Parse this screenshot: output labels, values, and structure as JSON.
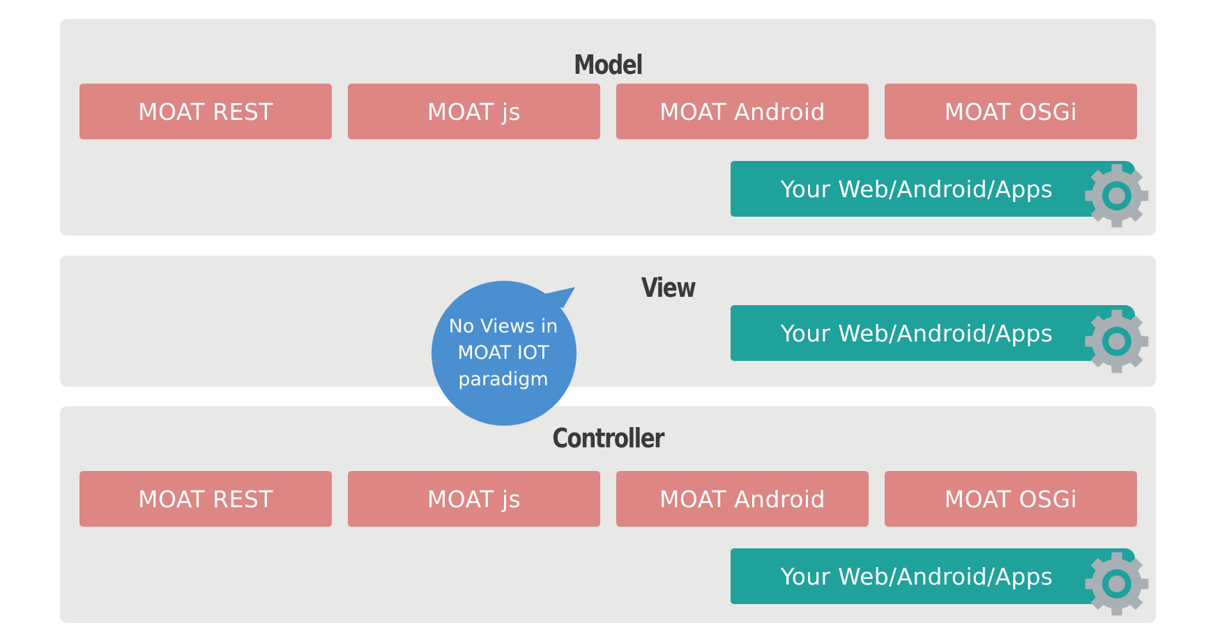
{
  "colors": {
    "panel_bg": "#e8e8e7",
    "module_bg": "#dd8684",
    "app_bg": "#1fa19c",
    "gear": "#a9b0b4",
    "bubble": "#4a8fd0"
  },
  "icons": {
    "gear": "gear-icon",
    "bubble": "speech-bubble"
  },
  "model": {
    "title": "Model",
    "modules": [
      "MOAT REST",
      "MOAT js",
      "MOAT Android",
      "MOAT OSGi"
    ],
    "app_label": "Your Web/Android/Apps"
  },
  "view": {
    "title": "View",
    "app_label": "Your Web/Android/Apps",
    "bubble_lines": [
      "No Views in",
      "MOAT IOT",
      "paradigm"
    ]
  },
  "controller": {
    "title": "Controller",
    "modules": [
      "MOAT REST",
      "MOAT js",
      "MOAT Android",
      "MOAT OSGi"
    ],
    "app_label": "Your Web/Android/Apps"
  }
}
